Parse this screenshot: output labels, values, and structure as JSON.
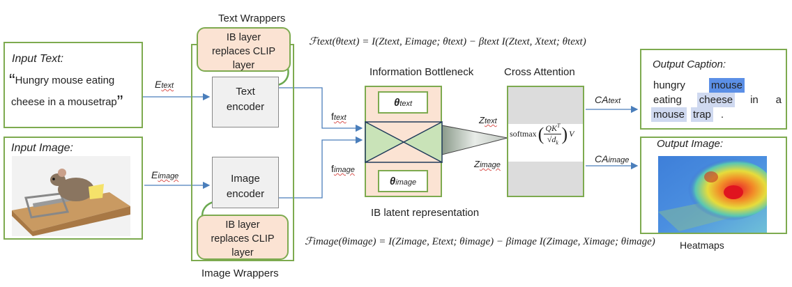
{
  "input_text": {
    "label": "Input Text:",
    "open_quote": "“",
    "line1": "Hungry mouse eating",
    "line2": "cheese in a mousetrap",
    "close_quote": "”"
  },
  "input_image": {
    "label": "Input Image:"
  },
  "edges": {
    "e_text": "E",
    "e_text_sub": "text",
    "e_image": "E",
    "e_image_sub": "image",
    "f_text": "f",
    "f_text_sub": "text",
    "f_image": "f",
    "f_image_sub": "image",
    "z_text": "Z",
    "z_text_sub": "text",
    "z_image": "Z",
    "z_image_sub": "image",
    "ca_text": "CA",
    "ca_text_sub": "text",
    "ca_image": "CA",
    "ca_image_sub": "image"
  },
  "wrappers": {
    "text_title": "Text Wrappers",
    "image_title": "Image Wrappers",
    "ib_layer_top": [
      "IB layer",
      "replaces CLIP",
      "layer"
    ],
    "ib_layer_bottom": [
      "IB layer",
      "replaces CLIP",
      "layer"
    ],
    "text_encoder": [
      "Text",
      "encoder"
    ],
    "image_encoder": [
      "Image",
      "encoder"
    ]
  },
  "bottleneck": {
    "title": "Information Bottleneck",
    "theta_text": "θ",
    "theta_text_sub": "text",
    "theta_image": "θ",
    "theta_image_sub": "image",
    "caption": "IB latent representation"
  },
  "cross_attention": {
    "title": "Cross Attention",
    "formula_prefix": "softmax",
    "formula_num": "QK",
    "formula_sup": "T",
    "formula_den": "√d",
    "formula_den_sub": "k",
    "formula_suffix": "V"
  },
  "formulas": {
    "f_text": "ℱtext(θtext) = I(Ztext, Eimage; θtext) − βtext I(Ztext, Xtext; θtext)",
    "f_image": "ℱimage(θimage) = I(Zimage, Etext; θimage) − βimage I(Zimage, Ximage; θimage)"
  },
  "output_caption": {
    "label": "Output Caption:",
    "tokens": [
      {
        "text": "hungry",
        "highlight": "none"
      },
      {
        "text": "mouse",
        "highlight": "#5b8fe6"
      },
      {
        "text": "eating",
        "highlight": "none"
      },
      {
        "text": "cheese",
        "highlight": "#cfd9f0"
      },
      {
        "text": "in",
        "highlight": "none"
      },
      {
        "text": "a",
        "highlight": "none"
      },
      {
        "text": "mouse",
        "highlight": "#cfd9f0"
      },
      {
        "text": "trap",
        "highlight": "#cfd9f0"
      },
      {
        "text": ".",
        "highlight": "none"
      }
    ]
  },
  "output_image": {
    "label": "Output Image:",
    "caption": "Heatmaps"
  },
  "colors": {
    "green_border": "#7daa4f",
    "peach": "#fbe3d3",
    "encoder_fill": "#f0f0f0",
    "arrow": "#4a7ebb",
    "bowtie_fill": "#c9e3b8"
  }
}
